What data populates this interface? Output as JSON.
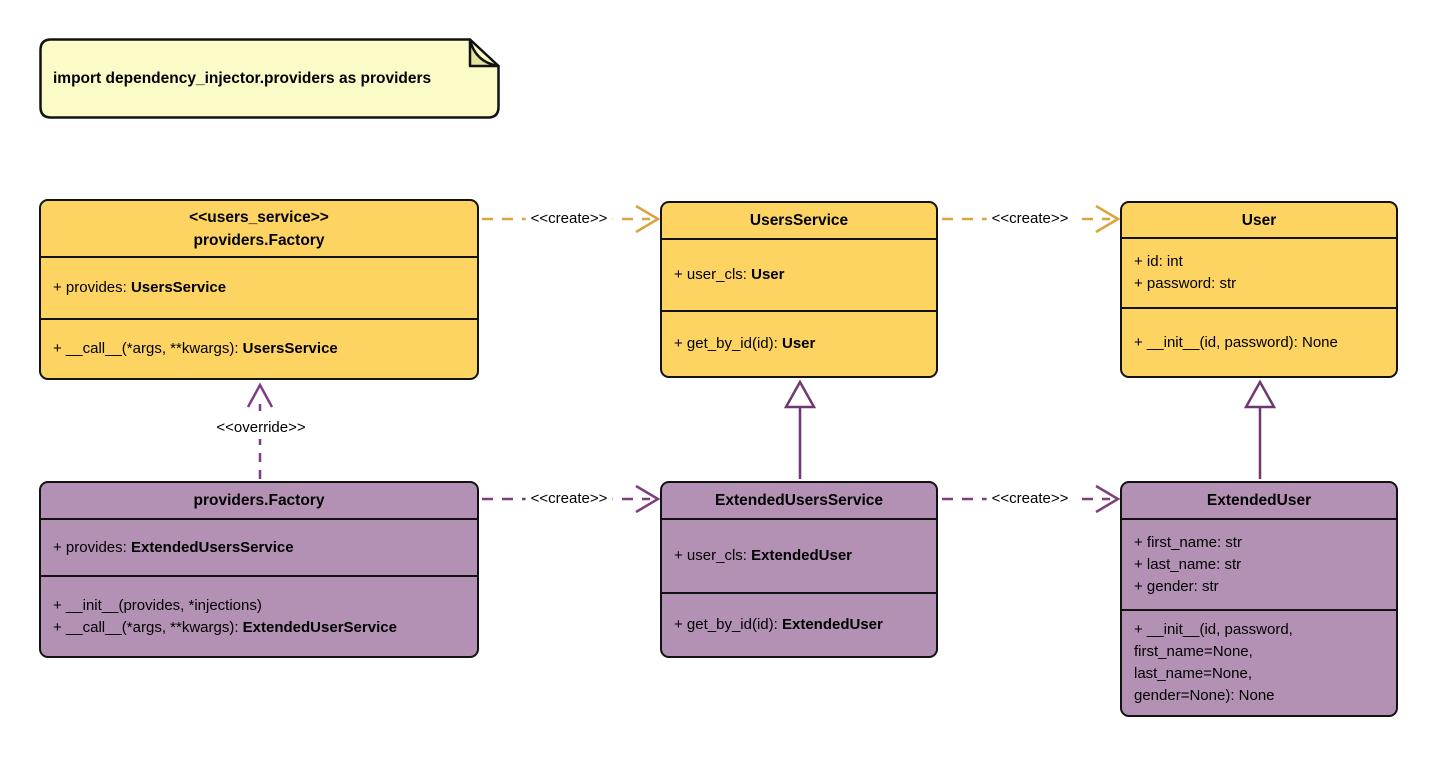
{
  "note": {
    "text": "import dependency_injector.providers as providers"
  },
  "labels": {
    "create": "<<create>>",
    "override": "<<override>>"
  },
  "colors": {
    "class_yellow": "#FDD462",
    "class_purple": "#B391B5",
    "note_fill": "#FBFBC8",
    "note_fold": "#E3E39E",
    "gold_arrow": "#D9A43C",
    "purple_arrow": "#7D3E7F",
    "inherit_arrow": "#6E3971",
    "border": "#121212"
  },
  "classes": [
    {
      "stereotype": "<<users_service>>",
      "name": "providers.Factory",
      "attributes": [
        {
          "t": "+ provides: ",
          "b": "UsersService"
        }
      ],
      "methods": [
        {
          "t": "+ __call__(*args, **kwargs): ",
          "b": "UsersService"
        }
      ]
    },
    {
      "name": "UsersService",
      "attributes": [
        {
          "t": "+ user_cls: ",
          "b": "User"
        }
      ],
      "methods": [
        {
          "t": "+ get_by_id(id): ",
          "b": "User"
        }
      ]
    },
    {
      "name": "User",
      "attributes": [
        {
          "t": "+ id: int"
        },
        {
          "t": "+ password: str"
        }
      ],
      "methods": [
        {
          "t": "+ __init__(id, password): None"
        }
      ]
    },
    {
      "name": "providers.Factory",
      "attributes": [
        {
          "t": "+ provides: ",
          "b": "ExtendedUsersService"
        }
      ],
      "methods": [
        {
          "t": "+ __init__(provides, *injections)"
        },
        {
          "t": "+ __call__(*args, **kwargs): ",
          "b": "ExtendedUserService"
        }
      ]
    },
    {
      "name": "ExtendedUsersService",
      "attributes": [
        {
          "t": "+ user_cls: ",
          "b": "ExtendedUser"
        }
      ],
      "methods": [
        {
          "t": "+ get_by_id(id): ",
          "b": "ExtendedUser"
        }
      ]
    },
    {
      "name": "ExtendedUser",
      "attributes": [
        {
          "t": "+ first_name: str"
        },
        {
          "t": "+ last_name: str"
        },
        {
          "t": "+ gender: str"
        }
      ],
      "methods": [
        {
          "t": "+ __init__(id, password,"
        },
        {
          "t": "first_name=None,"
        },
        {
          "t": "last_name=None,"
        },
        {
          "t": "gender=None): None"
        }
      ]
    }
  ]
}
